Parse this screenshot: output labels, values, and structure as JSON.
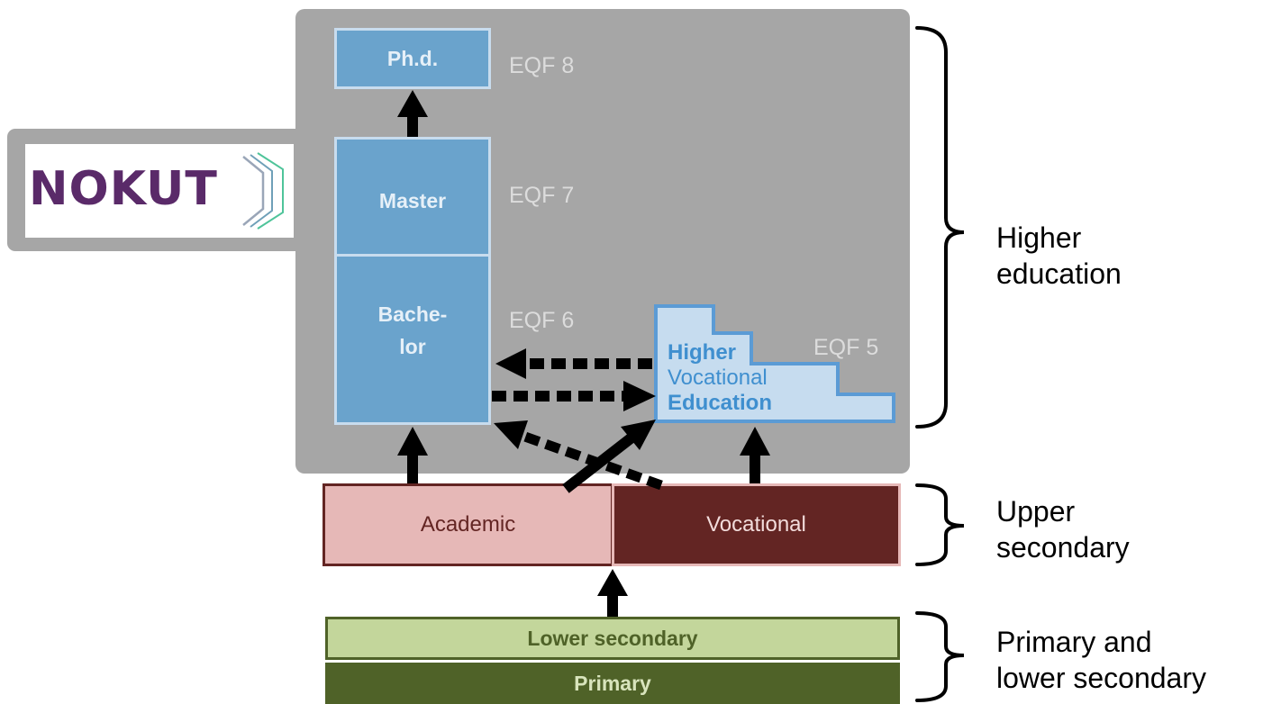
{
  "logo": {
    "text": "NOKUT",
    "mark_icon": "nokut-hexagon-mark",
    "text_color": "#5a2a69"
  },
  "higher_education": {
    "programs": {
      "phd": "Ph.d.",
      "master": "Master",
      "bachelor_line1": "Bache-",
      "bachelor_line2": "lor"
    },
    "eqf_levels": {
      "eqf8": "EQF 8",
      "eqf7": "EQF 7",
      "eqf6": "EQF 6",
      "eqf5": "EQF 5"
    },
    "hve": {
      "word1": "Higher",
      "word2": "Vocational",
      "word3": "Education"
    }
  },
  "upper_secondary": {
    "academic": "Academic",
    "vocational": "Vocational"
  },
  "basic": {
    "lower_secondary": "Lower secondary",
    "primary": "Primary"
  },
  "side_labels": {
    "higher_line1": "Higher",
    "higher_line2": "education",
    "upper_line1": "Upper",
    "upper_line2": "secondary",
    "primary_line1": "Primary and",
    "primary_line2": "lower secondary"
  },
  "colors": {
    "background_panel": "#a6a6a6",
    "university_box": "#6aa3cc",
    "hve_box": "#c6dcef",
    "hve_text": "#3f8fcf",
    "academic_fill": "#e6b8b7",
    "vocational_fill": "#632523",
    "lower_secondary_fill": "#c3d69b",
    "primary_fill": "#4f6228"
  }
}
